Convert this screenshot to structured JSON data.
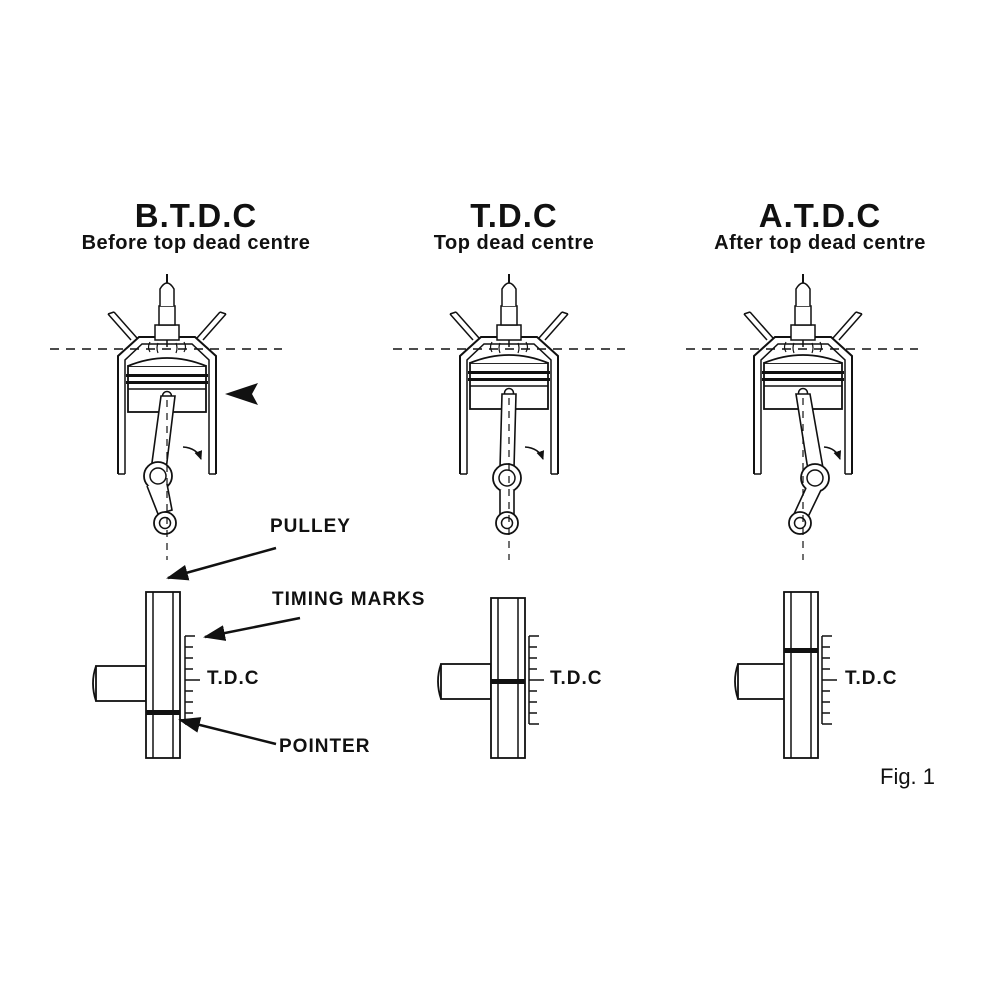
{
  "panels": [
    {
      "abbr": "B.T.D.C",
      "full": "Before top dead centre",
      "scale_label": "T.D.C"
    },
    {
      "abbr": "T.D.C",
      "full": "Top dead centre",
      "scale_label": "T.D.C"
    },
    {
      "abbr": "A.T.D.C",
      "full": "After top dead centre",
      "scale_label": "T.D.C"
    }
  ],
  "callouts": {
    "pulley": "PULLEY",
    "timing_marks": "TIMING MARKS",
    "pointer": "POINTER"
  },
  "figure_label": "Fig. 1"
}
